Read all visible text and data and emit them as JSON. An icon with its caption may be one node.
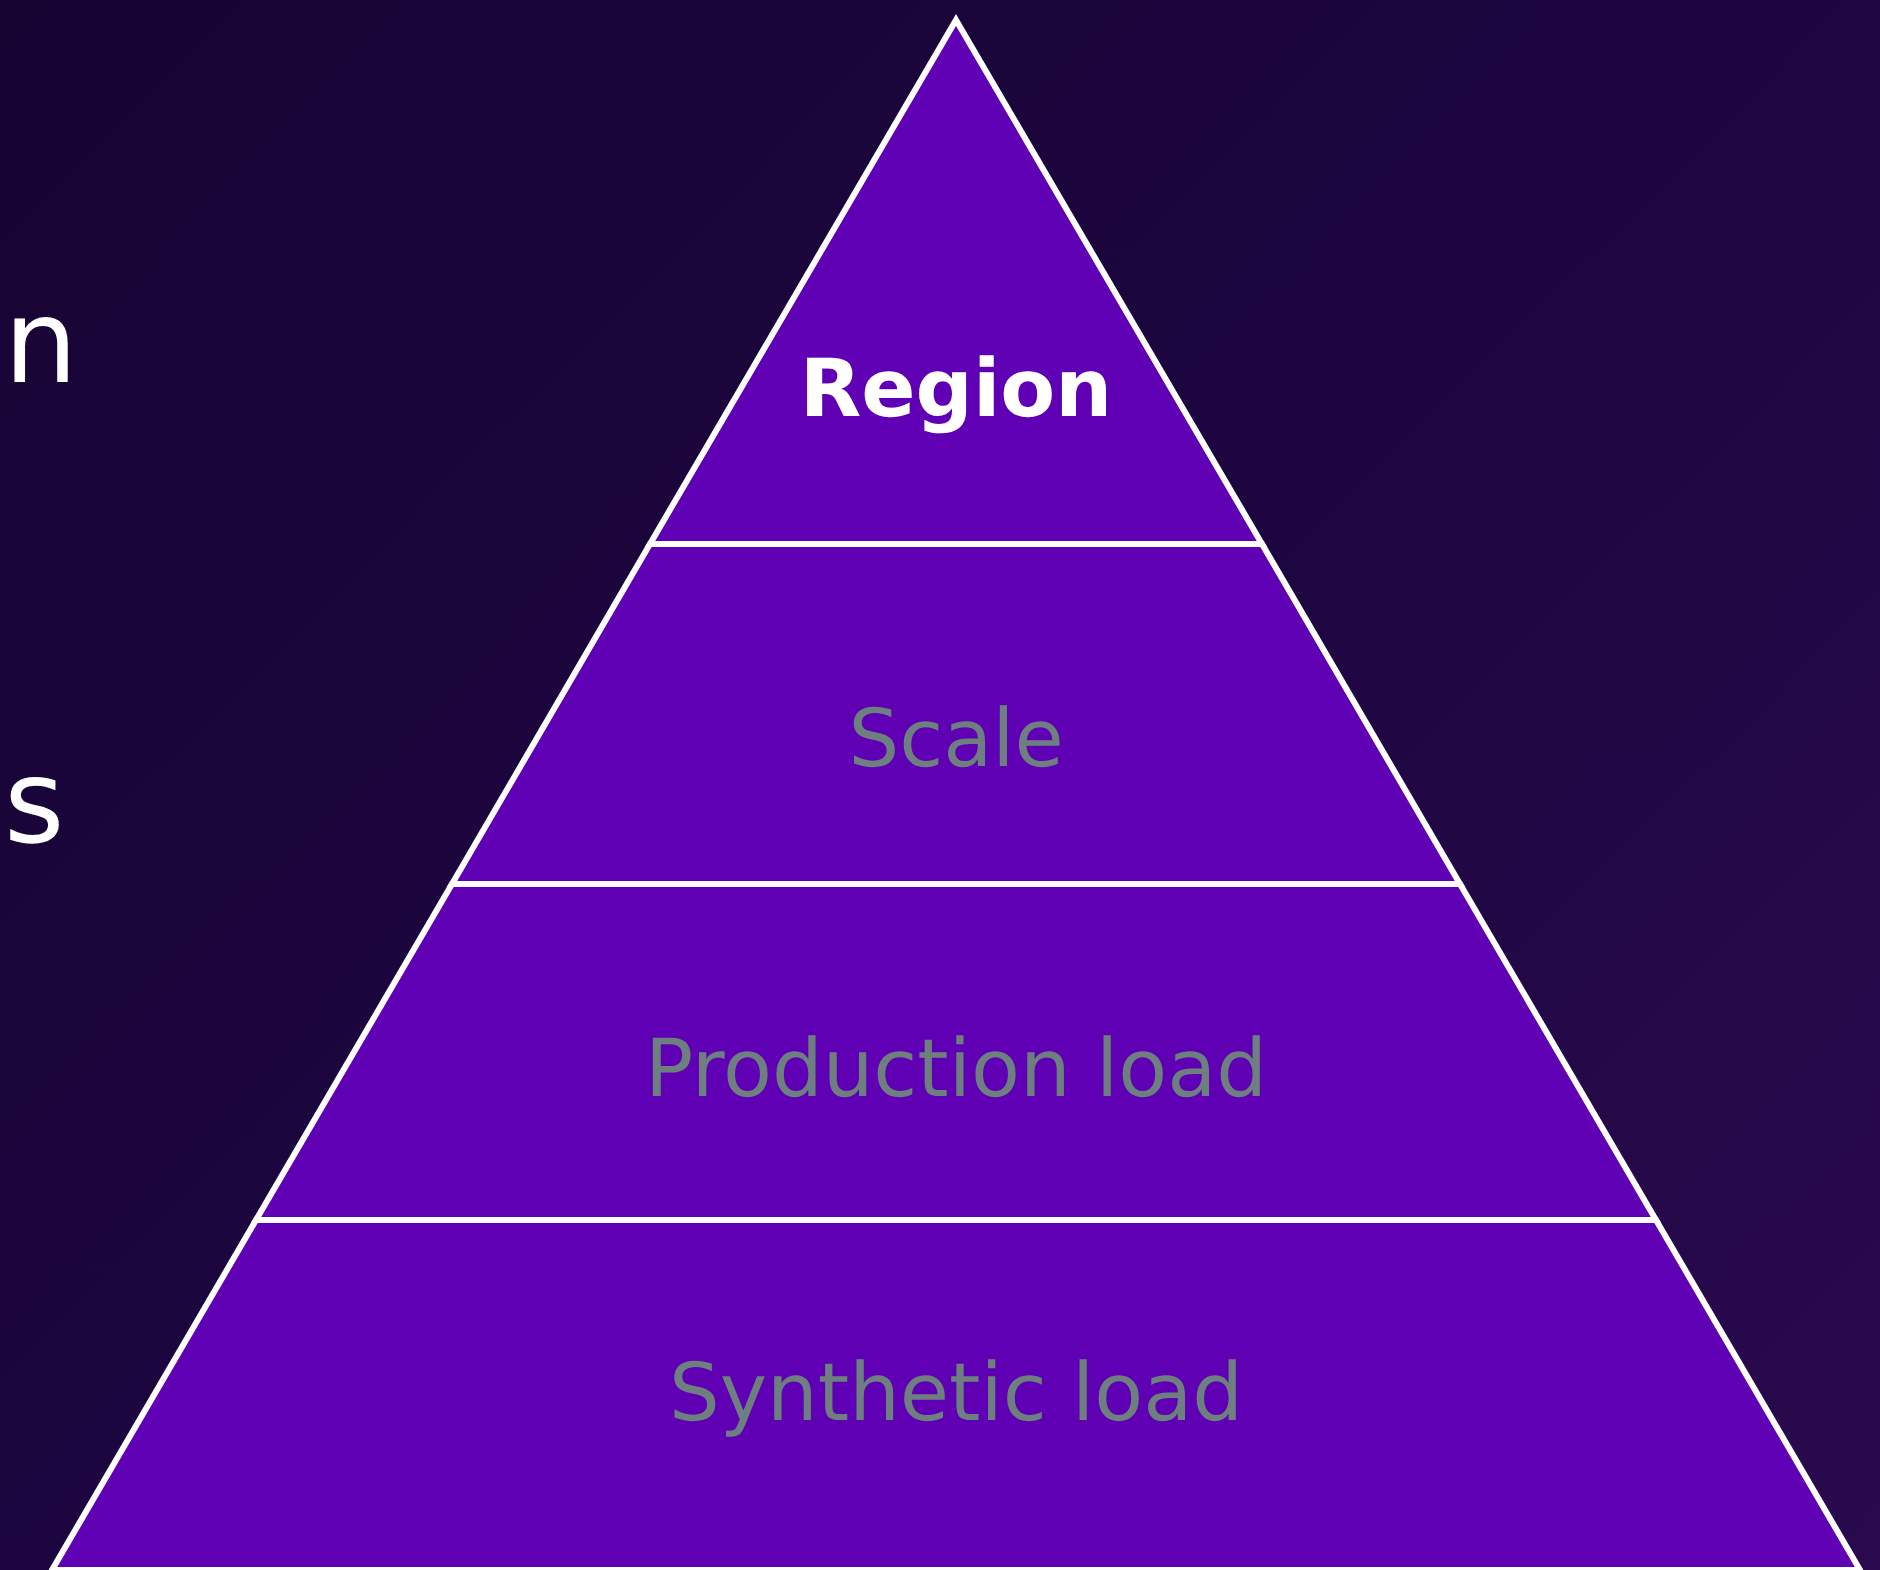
{
  "diagram": {
    "nodes": [
      {
        "text": [
          "Region"
        ]
      },
      {
        "text": [
          "Scale"
        ]
      },
      {
        "text": [
          "Production load"
        ]
      },
      {
        "text": [
          "Synthetic load"
        ]
      }
    ],
    "labels": [
      "n",
      "s"
    ]
  }
}
